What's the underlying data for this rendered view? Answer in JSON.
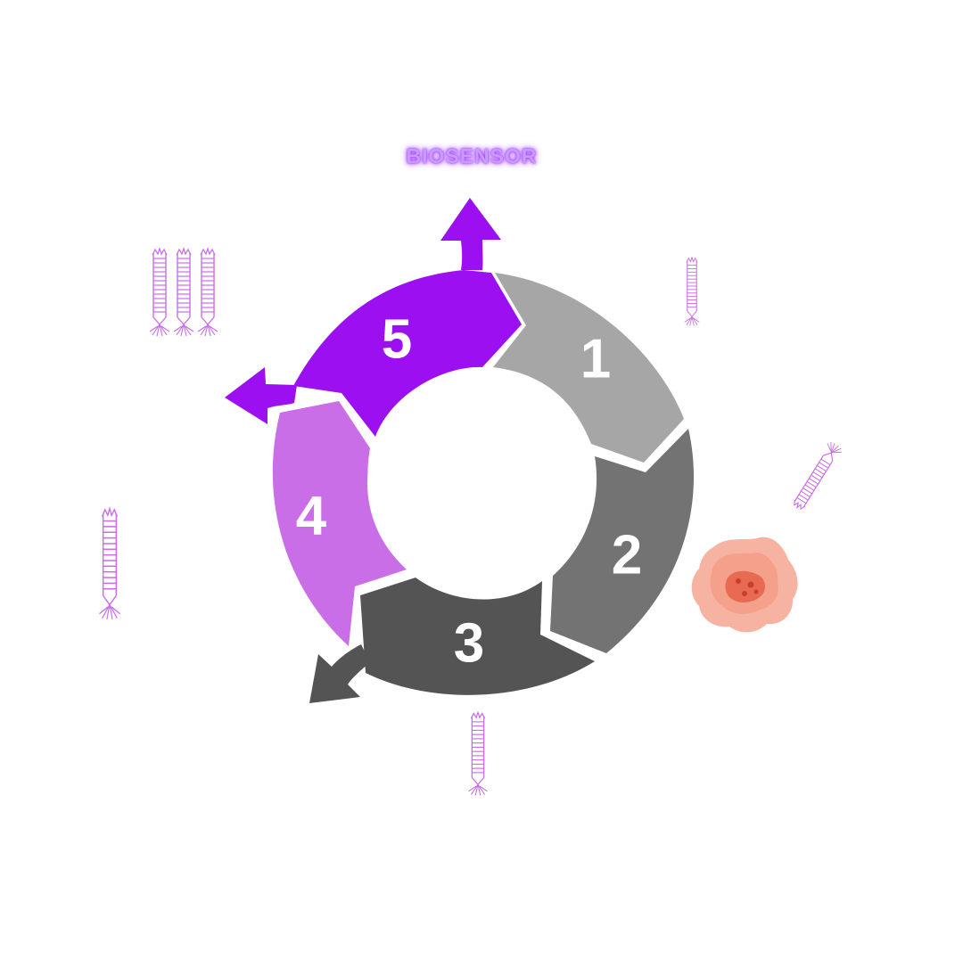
{
  "diagram": {
    "title": "BIOSENSOR",
    "steps": [
      {
        "label": "1",
        "color": "#a6a6a6"
      },
      {
        "label": "2",
        "color": "#737373"
      },
      {
        "label": "3",
        "color": "#545454"
      },
      {
        "label": "4",
        "color": "#c96ee6"
      },
      {
        "label": "5",
        "color": "#9b0ff0"
      }
    ],
    "icons": [
      "phage-icon",
      "cancer-cell-icon"
    ],
    "colors": {
      "phage": "#c96ee6",
      "cell_outer": "#f7b3a1",
      "cell_inner": "#f08c73",
      "cell_core": "#e4553f"
    }
  }
}
